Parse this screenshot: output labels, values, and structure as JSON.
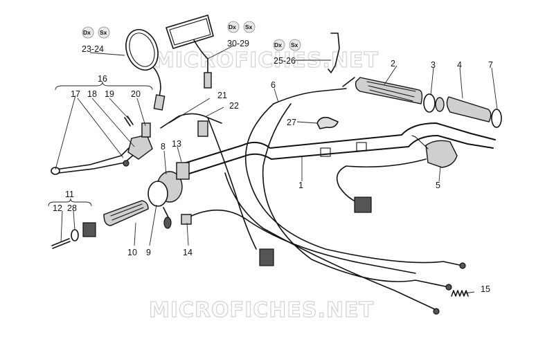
{
  "watermark": "MICROFICHES.NET",
  "badges": {
    "right": "Dx",
    "left": "Sx"
  },
  "labels": {
    "n1": "1",
    "n2": "2",
    "n3": "3",
    "n4": "4",
    "n5": "5",
    "n6": "6",
    "n7": "7",
    "n8": "8",
    "n9": "9",
    "n10": "10",
    "n11": "11",
    "n12": "12",
    "n13": "13",
    "n14": "14",
    "n15": "15",
    "n16": "16",
    "n17": "17",
    "n18": "18",
    "n19": "19",
    "n20": "20",
    "n21": "21",
    "n22": "22",
    "n27": "27",
    "n28": "28"
  },
  "pairs": {
    "mirror_round": "23-24",
    "mirror_rect": "30-29",
    "bracket": "25-26"
  }
}
